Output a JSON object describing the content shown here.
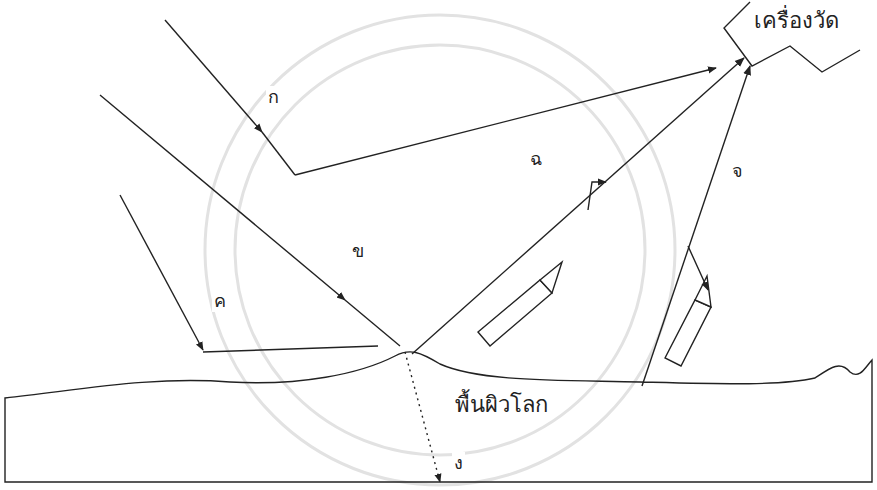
{
  "diagram": {
    "nodes": [
      {
        "text": [
          "เครื่องวัด"
        ]
      },
      {
        "text": [
          "พื้นผิวโลก"
        ]
      }
    ],
    "edges": [
      {
        "from": 1,
        "to": 0,
        "label": "ฉ",
        "arrow": "to"
      },
      {
        "from": 1,
        "to": 0,
        "label": "จ",
        "arrow": "to"
      }
    ],
    "labels": [
      "ก",
      "ข",
      "ค",
      "ง"
    ]
  }
}
